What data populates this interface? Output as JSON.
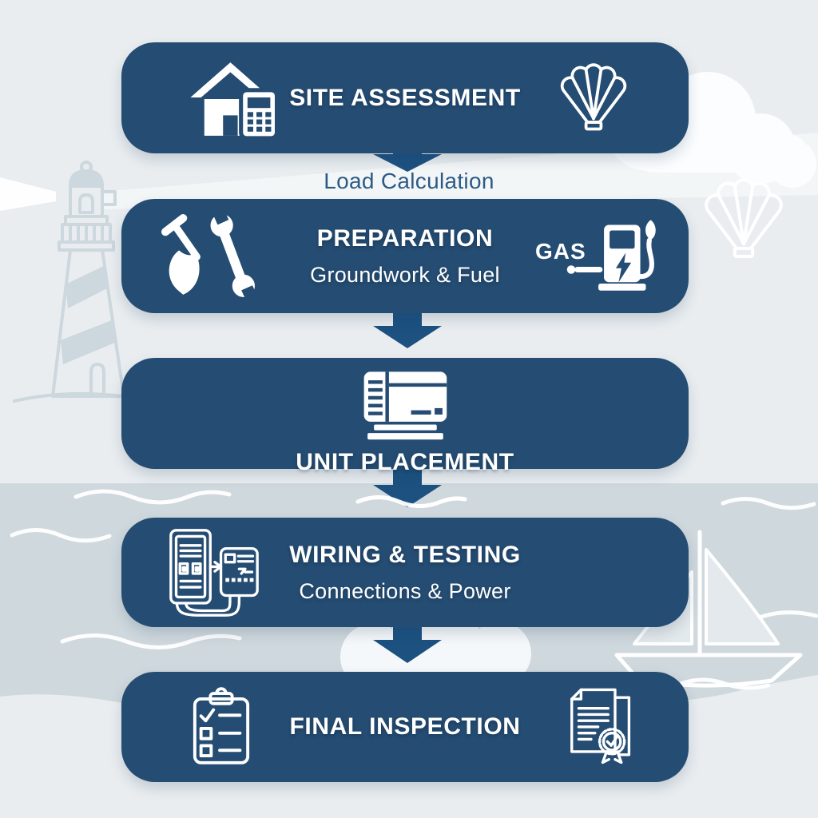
{
  "palette": {
    "box_navy": "#254c72",
    "arrow_blue": "#1c5180",
    "background_light": "#e9edf0",
    "sea_gray_blue": "#cfd8dd",
    "sketch_outline": "#ccd7de",
    "text_white": "#ffffff",
    "connector_text_blue": "#2d5a85"
  },
  "connector": {
    "label": "Load Calculation"
  },
  "steps": [
    {
      "title": "SITE ASSESSMENT",
      "subtitle": "",
      "left_icon": "house-calculator-icon",
      "right_icon": "seashell-icon"
    },
    {
      "title": "PREPARATION",
      "subtitle": "Groundwork & Fuel",
      "left_icon": "shovel-wrench-icon",
      "right_icon": "gas-pump-icon",
      "right_icon_text": "GAS"
    },
    {
      "title": "UNIT PLACEMENT",
      "subtitle": "",
      "center_icon": "generator-icon"
    },
    {
      "title": "WIRING & TESTING",
      "subtitle": "Connections & Power",
      "left_icon": "electrical-panels-icon"
    },
    {
      "title": "FINAL INSPECTION",
      "subtitle": "",
      "left_icon": "checklist-clipboard-icon",
      "right_icon": "certificate-seal-icon"
    }
  ],
  "background_motifs": [
    "lighthouse",
    "light-beams",
    "clouds",
    "seashell",
    "sea-waves",
    "sailboat",
    "sand"
  ]
}
